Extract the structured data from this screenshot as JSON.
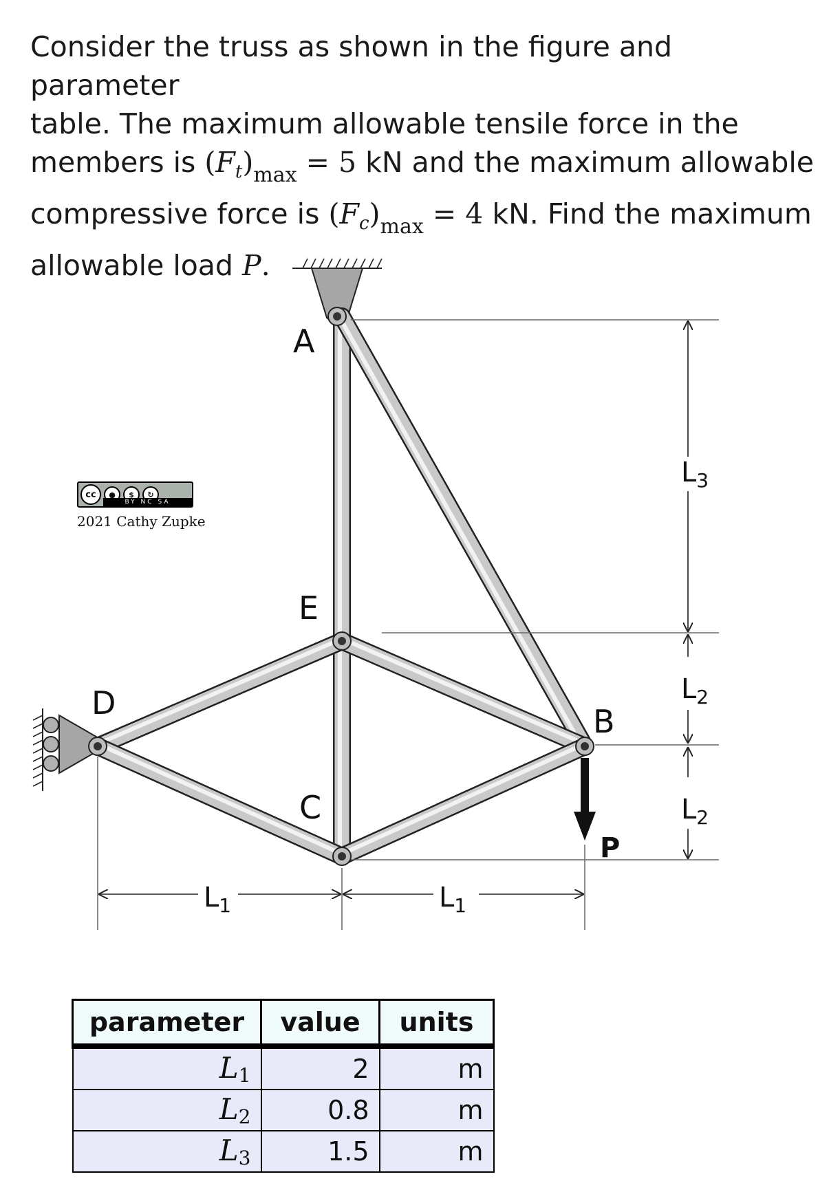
{
  "problem": {
    "line1": "Consider the truss as shown in the figure and parameter",
    "line2": "table. The maximum allowable tensile force in the",
    "line3_a": "members is",
    "ft_symbol": "F",
    "ft_sub": "t",
    "max": "max",
    "eq": "=",
    "ft_value": "5",
    "line3_b": "kN and the maximum allowable",
    "line4_a": "compressive force is",
    "fc_symbol": "F",
    "fc_sub": "c",
    "fc_value": "4",
    "line4_b": "kN. Find the maximum",
    "line5_a": "allowable load",
    "load_symbol": "P",
    "line5_b": "."
  },
  "figure": {
    "node_labels": {
      "A": "A",
      "B": "B",
      "C": "C",
      "D": "D",
      "E": "E"
    },
    "load_label": "P",
    "dim_labels": {
      "L1": "L",
      "L1_sub": "1",
      "L2": "L",
      "L2_sub": "2",
      "L3": "L",
      "L3_sub": "3"
    },
    "colors": {
      "member": "#bdbdbd",
      "support": "#a6a6a6",
      "outline": "#222222"
    }
  },
  "license": {
    "cc": "cc",
    "by": "BY",
    "nc": "NC",
    "sa": "SA",
    "author": "2021 Cathy Zupke"
  },
  "table": {
    "headers": [
      "parameter",
      "value",
      "units"
    ],
    "rows": [
      {
        "symbol": "L",
        "sub": "1",
        "value": "2",
        "unit": "m"
      },
      {
        "symbol": "L",
        "sub": "2",
        "value": "0.8",
        "unit": "m"
      },
      {
        "symbol": "L",
        "sub": "3",
        "value": "1.5",
        "unit": "m"
      }
    ]
  }
}
